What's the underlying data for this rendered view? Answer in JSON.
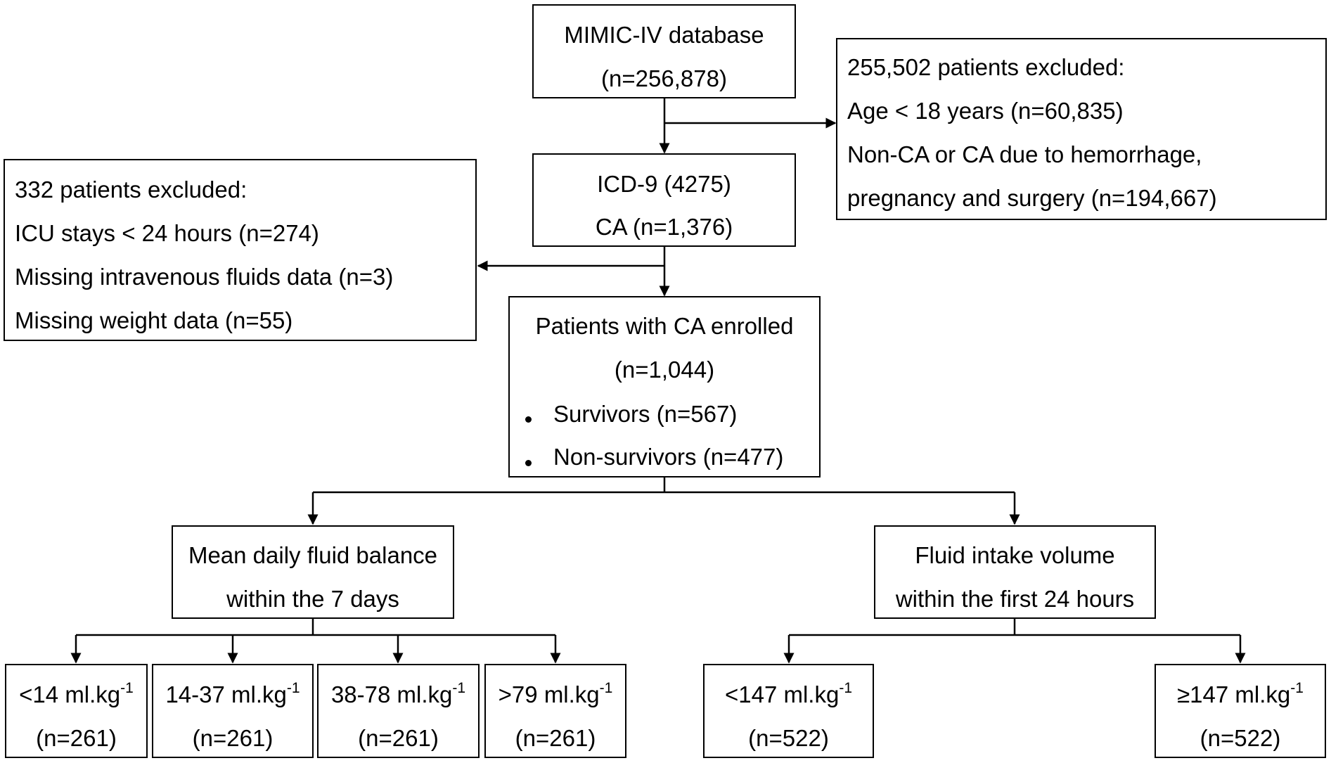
{
  "source": {
    "title": "MIMIC-IV database",
    "count": "(n=256,878)"
  },
  "exclusion1": {
    "header": "255,502 patients excluded:",
    "lines": [
      "Age < 18 years (n=60,835)",
      "Non-CA or CA due to hemorrhage,",
      "pregnancy and surgery (n=194,667)"
    ]
  },
  "icd": {
    "code": "ICD-9 (4275)",
    "count": "CA (n=1,376)"
  },
  "exclusion2": {
    "header": "332 patients excluded:",
    "lines": [
      "ICU stays < 24 hours (n=274)",
      "Missing intravenous fluids data (n=3)",
      "Missing weight data (n=55)"
    ]
  },
  "enrolled": {
    "title": "Patients with CA enrolled",
    "count": "(n=1,044)",
    "groups": [
      "Survivors (n=567)",
      "Non-survivors (n=477)"
    ]
  },
  "balance": {
    "line1": "Mean daily fluid balance",
    "line2": "within the 7 days",
    "unit": "ml.kg",
    "unit_exp": "-1",
    "groups": [
      {
        "range": "<14",
        "count": "(n=261)"
      },
      {
        "range": "14-37",
        "count": "(n=261)"
      },
      {
        "range": "38-78",
        "count": "(n=261)"
      },
      {
        "range": ">79",
        "count": "(n=261)"
      }
    ]
  },
  "intake": {
    "line1": "Fluid intake volume",
    "line2": "within the first 24 hours",
    "unit": "ml.kg",
    "unit_exp": "-1",
    "groups": [
      {
        "range": "<147",
        "count": "(n=522)"
      },
      {
        "range": "≥147",
        "count": "(n=522)"
      }
    ]
  },
  "colors": {
    "stroke": "#000000",
    "background": "#ffffff"
  }
}
